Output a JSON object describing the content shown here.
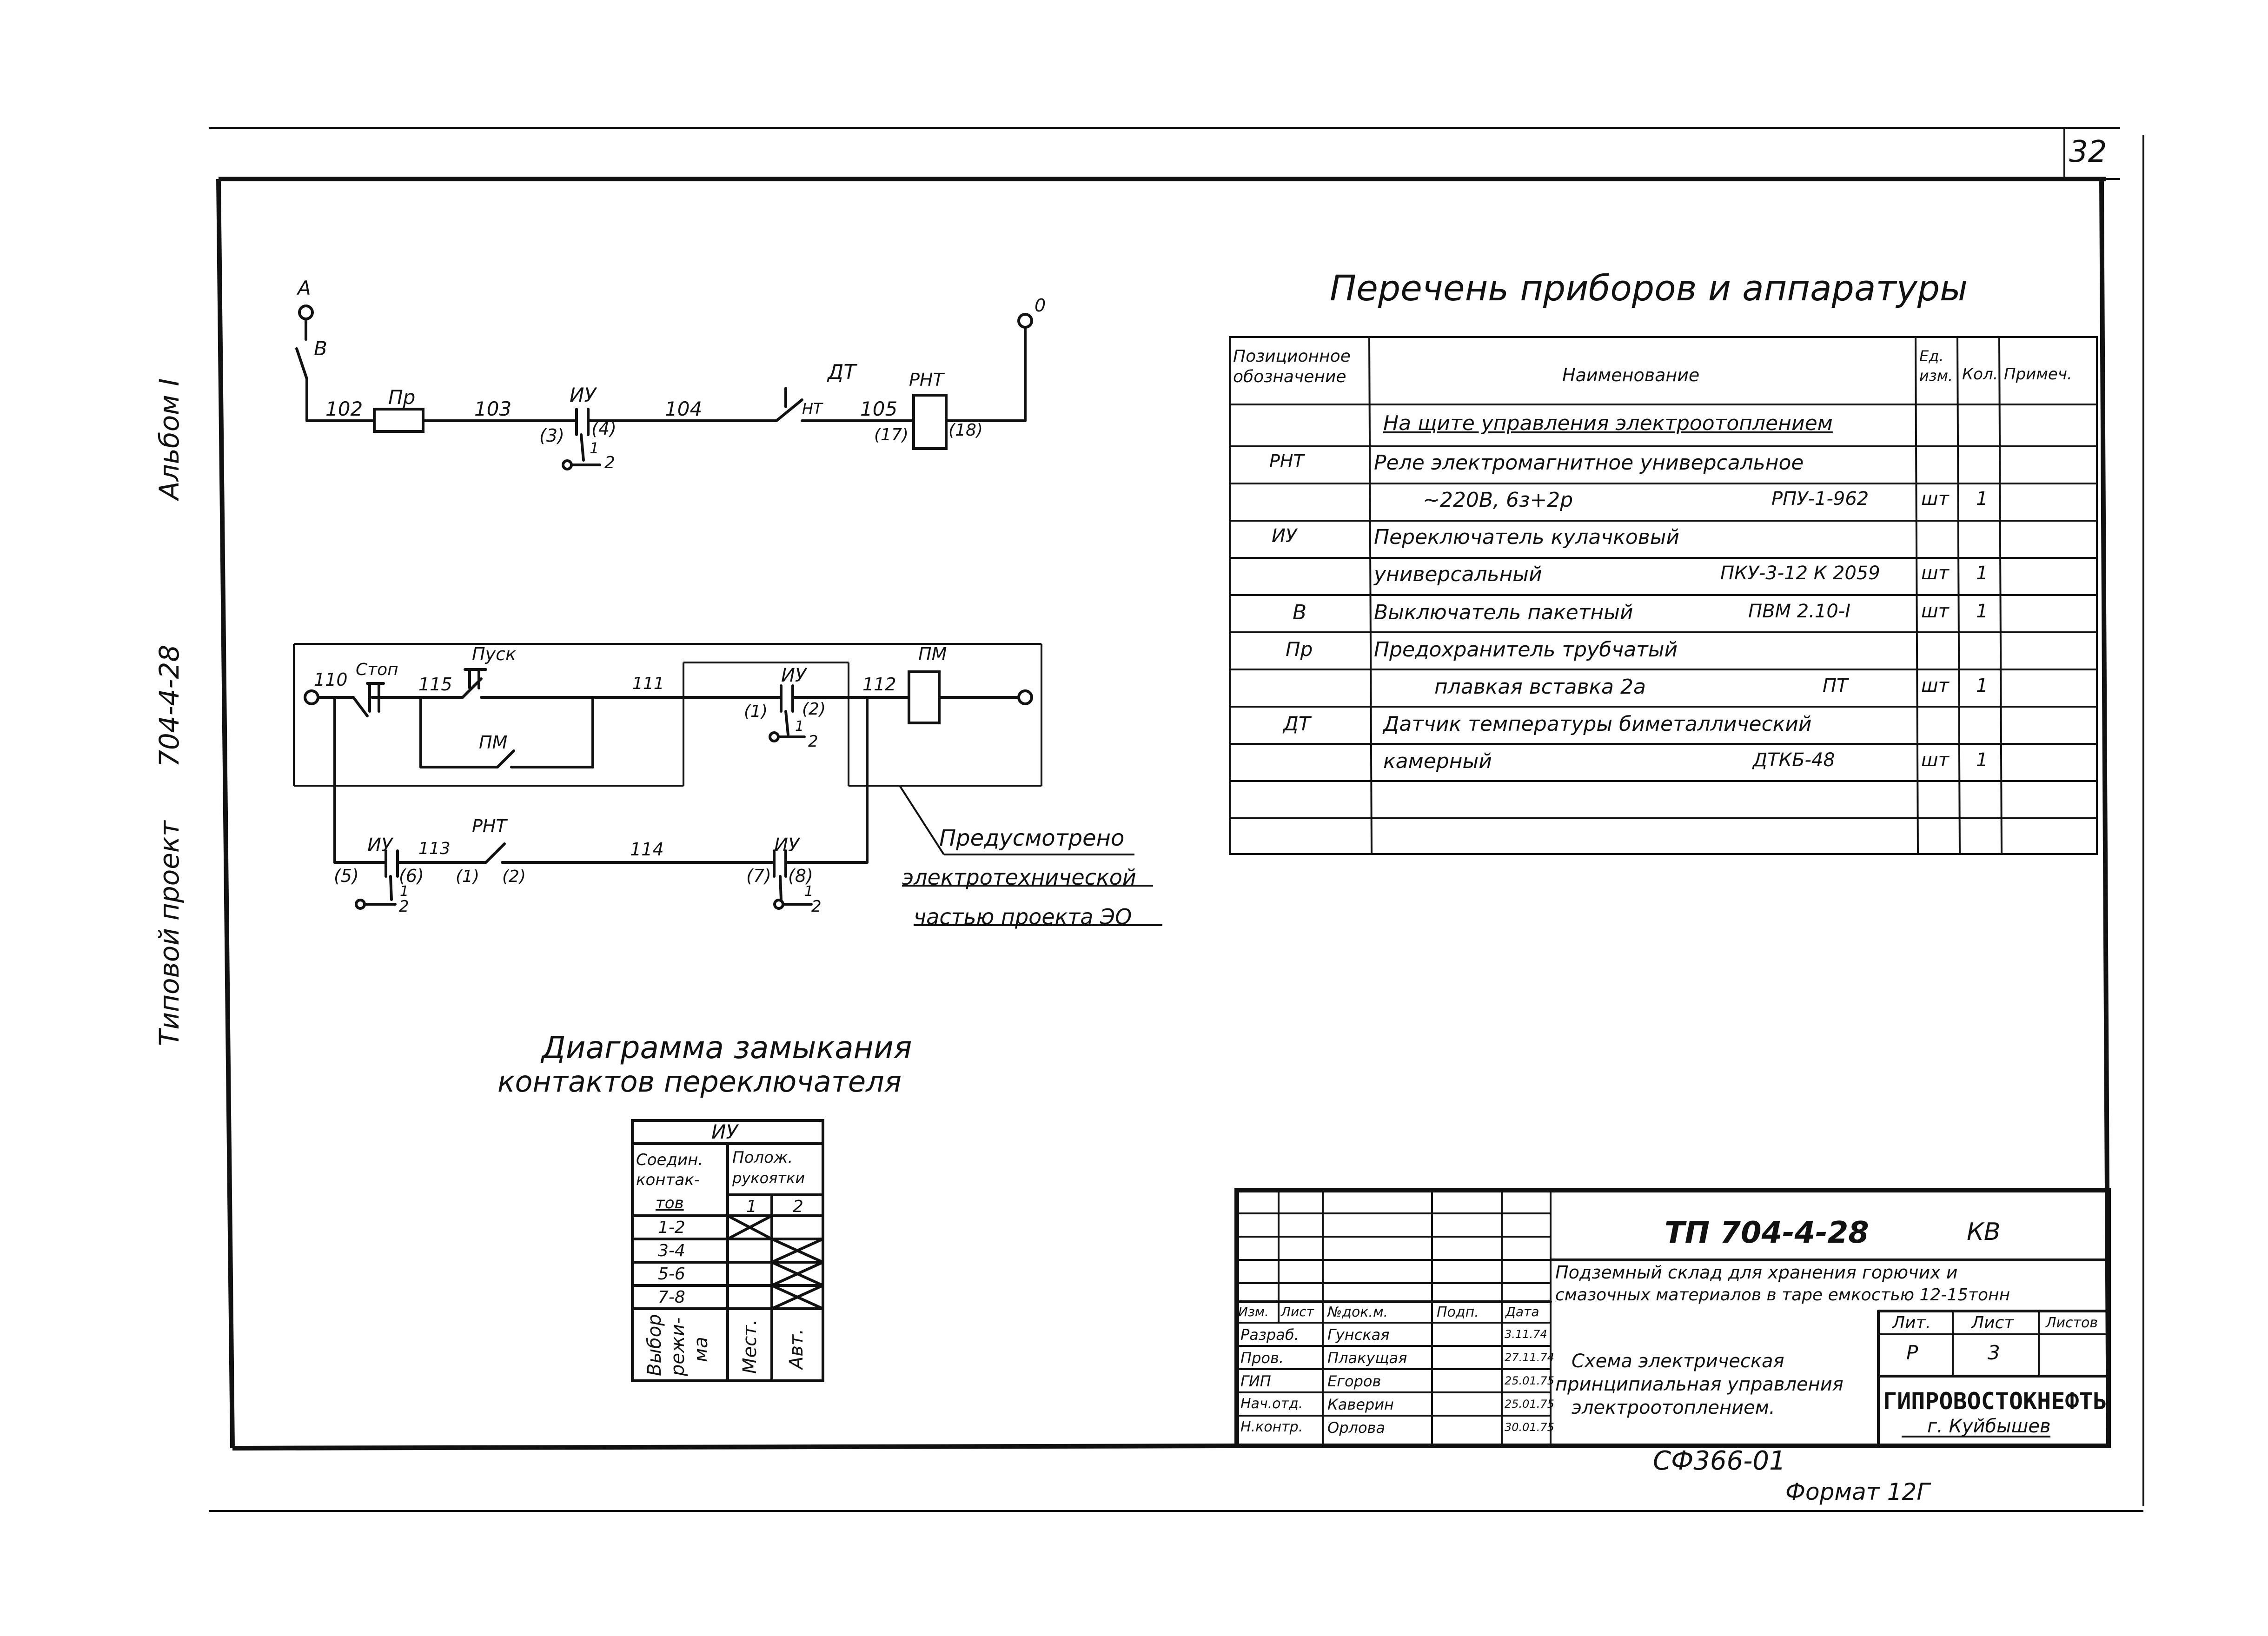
{
  "sheet_number": "32",
  "side_text": [
    "Типовой",
    "проект",
    "704-4-28",
    "Альбом I"
  ],
  "schema1": {
    "node_a": "A",
    "switch_b": "B",
    "node_o": "0",
    "wires": [
      "102",
      "103",
      "104",
      "105"
    ],
    "fuse": "Пр",
    "switch_iu": "ИУ",
    "contacts_iu": [
      "(3)",
      "(4)",
      "1",
      "2"
    ],
    "sensor": "ДТ",
    "sensor_contact": "НТ",
    "relay": "РНТ",
    "relay_contacts": [
      "(17)",
      "(18)"
    ]
  },
  "schema2": {
    "nodes": [
      "110",
      "115",
      "111",
      "112",
      "113",
      "114"
    ],
    "stop": "Стоп",
    "start": "Пуск",
    "pm": "ПМ",
    "rnt": "РНТ",
    "iu": "ИУ",
    "contacts": [
      "(1)",
      "(2)",
      "(5)",
      "(6)",
      "(1)",
      "(2)",
      "(7)",
      "(8)"
    ],
    "pos": [
      "1",
      "2"
    ],
    "note": [
      "Предусмотрено",
      "электротехнической",
      "частью проекта ЭО"
    ]
  },
  "diagram": {
    "title": [
      "Диаграмма замыкания",
      "контактов переключателя"
    ],
    "header": "ИУ",
    "col1": [
      "Соедин.",
      "контак-",
      "тов"
    ],
    "col2": [
      "Полож.",
      "рукоятки"
    ],
    "positions": [
      "1",
      "2"
    ],
    "rows": [
      "1-2",
      "3-4",
      "5-6",
      "7-8"
    ],
    "mode": [
      "Выбор",
      "режи-",
      "ма"
    ],
    "modes": [
      "Мест.",
      "Авт."
    ]
  },
  "equipment_list": {
    "title": "Перечень приборов и аппаратуры",
    "headers": [
      "Позиционное обозначение",
      "Наименование",
      "Ед. изм.",
      "Кол.",
      "Примеч."
    ],
    "rows": [
      {
        "pos": "",
        "name": "На щите управления электроотоплением",
        "model": "",
        "unit": "",
        "qty": ""
      },
      {
        "pos": "РНТ",
        "name": "Реле электромагнитное универсальное",
        "model": "",
        "unit": "",
        "qty": ""
      },
      {
        "pos": "",
        "name": "~220В, 6з+2р",
        "model": "РПУ-1-962",
        "unit": "шт",
        "qty": "1"
      },
      {
        "pos": "ИУ",
        "name": "Переключатель кулачковый",
        "model": "",
        "unit": "",
        "qty": ""
      },
      {
        "pos": "",
        "name": "универсальный",
        "model": "ПКУ-3-12 К 2059",
        "unit": "шт",
        "qty": "1"
      },
      {
        "pos": "В",
        "name": "Выключатель пакетный",
        "model": "ПВМ 2.10-I",
        "unit": "шт",
        "qty": "1"
      },
      {
        "pos": "Пр",
        "name": "Предохранитель трубчатый",
        "model": "",
        "unit": "",
        "qty": ""
      },
      {
        "pos": "",
        "name": "плавкая вставка 2а",
        "model": "ПТ",
        "unit": "шт",
        "qty": "1"
      },
      {
        "pos": "ДТ",
        "name": "Датчик температуры биметаллический",
        "model": "",
        "unit": "",
        "qty": ""
      },
      {
        "pos": "",
        "name": "камерный",
        "model": "ДТКБ-48",
        "unit": "шт",
        "qty": "1"
      }
    ]
  },
  "stamp": {
    "code": "ТП 704-4-28",
    "mark": "КВ",
    "project": [
      "Подземный склад для хранения горючих и",
      "смазочных материалов в таре емкостью 12-15тонн"
    ],
    "col_headers": [
      "Изм.",
      "Лист",
      "№док.м.",
      "Подп.",
      "Дата"
    ],
    "staff": [
      {
        "role": "Разраб.",
        "name": "Гунская",
        "date": "3.11.74"
      },
      {
        "role": "Пров.",
        "name": "Плакущая",
        "date": "27.11.74"
      },
      {
        "role": "ГИП",
        "name": "Егоров",
        "date": "25.01.75"
      },
      {
        "role": "Нач.отд.",
        "name": "Каверин",
        "date": "25.01.75"
      },
      {
        "role": "Н.контр.",
        "name": "Орлова",
        "date": "30.01.75"
      }
    ],
    "sheet_title": [
      "Схема электрическая",
      "принципиальная управления",
      "электроотоплением."
    ],
    "lit_label": "Лит.",
    "sheet_label": "Лист",
    "sheets_label": "Листов",
    "lit": "Р",
    "sheet": "3",
    "org": "ГИПРОВОСТОКНЕФТЬ",
    "city": "г. Куйбышев"
  },
  "drawing_code": "СФ366-01",
  "format": "Формат 12Г"
}
